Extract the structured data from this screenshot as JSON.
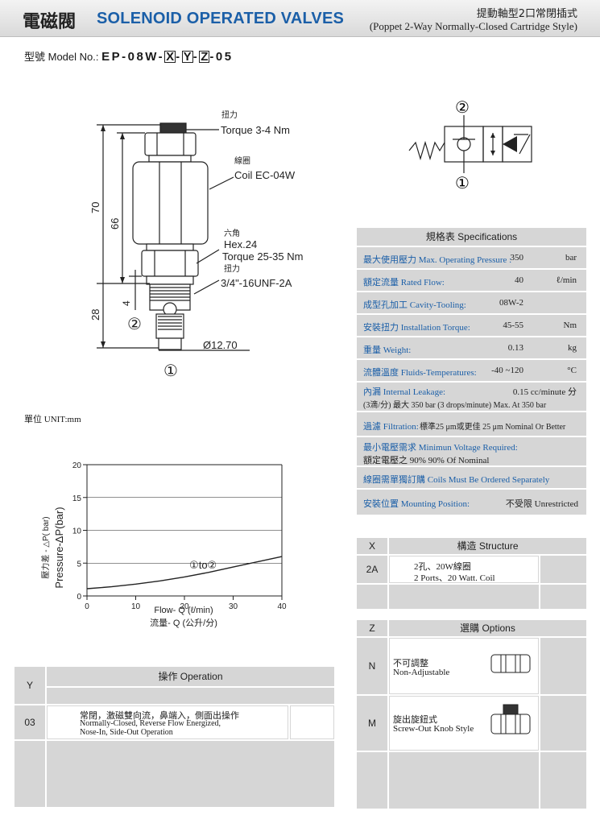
{
  "header": {
    "title_zh": "電磁閥",
    "title_en": "SOLENOID OPERATED VALVES",
    "subtitle_zh": "提動軸型2口常閉插式",
    "subtitle_en": "(Poppet 2-Way Normally-Closed Cartridge Style)"
  },
  "model": {
    "label": "型號 Model No.:",
    "prefix": "EP-08W-",
    "x": "X",
    "y": "Y",
    "z": "Z",
    "suffix": "-05",
    "sep": "-"
  },
  "drawing": {
    "torque_zh": "扭力",
    "torque_knob": "Torque 3-4 Nm",
    "coil_zh": "線圈",
    "coil": "Coil EC-04W",
    "hex_zh": "六角",
    "hex": "Hex.24",
    "torque_body": "Torque 25-35 Nm",
    "torque_body_zh": "扭力",
    "thread": "3/4\"-16UNF-2A",
    "dim_70": "70",
    "dim_66": "66",
    "dim_4": "4",
    "dim_28": "28",
    "dim_dia": "Ø12.70",
    "port2": "②",
    "port1": "①",
    "unit": "單位 UNIT:mm"
  },
  "symbol": {
    "port_top": "②",
    "port_bottom": "①"
  },
  "specs": {
    "title": "規格表 Specifications",
    "rows": [
      {
        "label": "最大使用壓力 Max. Operating Pressure :",
        "value": "350",
        "unit": "bar"
      },
      {
        "label": "額定流量 Rated Flow:",
        "value": "40",
        "unit": "ℓ/min"
      },
      {
        "label": "成型孔加工 Cavity-Tooling:",
        "value": "08W-2",
        "unit": ""
      },
      {
        "label": "安裝扭力 Installation Torque:",
        "value": "45-55",
        "unit": "Nm"
      },
      {
        "label": "重量 Weight:",
        "value": "0.13",
        "unit": "kg"
      },
      {
        "label": "流體溫度 Fluids-Temperatures:",
        "value": "-40 ~120",
        "unit": "°C"
      }
    ],
    "leakage_label": "內漏 Internal Leakage:",
    "leakage_value": "0.15 cc/minute 分",
    "leakage_note": "(3滴/分) 最大 350 bar  (3 drops/minute) Max. At 350 bar",
    "filtration_label": "過濾 Filtration:",
    "filtration_value": "標準25 μm或更佳 25 μm Nominal Or Better",
    "voltage_label": "最小電壓需求 Minimun Voltage Required:",
    "voltage_value": "額定電壓之 90%     90% Of Nominal",
    "coils": "線圈需單獨訂購 Coils Must Be Ordered Separately",
    "mount_label": "安裝位置 Mounting Position:",
    "mount_value": "不受限  Unrestricted"
  },
  "structure": {
    "col_code": "X",
    "title": "構造 Structure",
    "rows": [
      {
        "code": "2A",
        "zh": "2孔、20W線圈",
        "en": "2 Ports、20 Watt. Coil"
      }
    ]
  },
  "options": {
    "col_code": "Z",
    "title": "選購 Options",
    "rows": [
      {
        "code": "N",
        "zh": "不可調整",
        "en": "Non-Adjustable"
      },
      {
        "code": "M",
        "zh": "旋出旋鈕式",
        "en": "Screw-Out Knob Style"
      }
    ]
  },
  "operation": {
    "col_code": "Y",
    "title": "操作 Operation",
    "rows": [
      {
        "code": "03",
        "zh": "常閉，激磁雙向流，鼻端入，側面出操作",
        "en1": "Normally-Closed, Reverse Flow Energized,",
        "en2": "Nose-In, Side-Out Operation"
      }
    ]
  },
  "chart_data": {
    "type": "line",
    "ylabel_zh": "壓力差 - △P( bar)",
    "ylabel": "Pressure-ΔP(bar)",
    "xlabel": "Flow- Q (ℓ/min)",
    "xlabel_zh": "流量- Q (公升/分)",
    "xlim": [
      0,
      40
    ],
    "ylim": [
      0,
      20
    ],
    "xticks": [
      0,
      10,
      20,
      30,
      40
    ],
    "yticks": [
      0,
      5,
      10,
      15,
      20
    ],
    "grid": true,
    "annotation": "①to②",
    "series": [
      {
        "x": [
          0,
          5,
          10,
          15,
          20,
          25,
          30,
          35,
          40
        ],
        "y": [
          1.1,
          1.4,
          1.8,
          2.3,
          2.9,
          3.6,
          4.4,
          5.2,
          6.0
        ]
      }
    ]
  }
}
